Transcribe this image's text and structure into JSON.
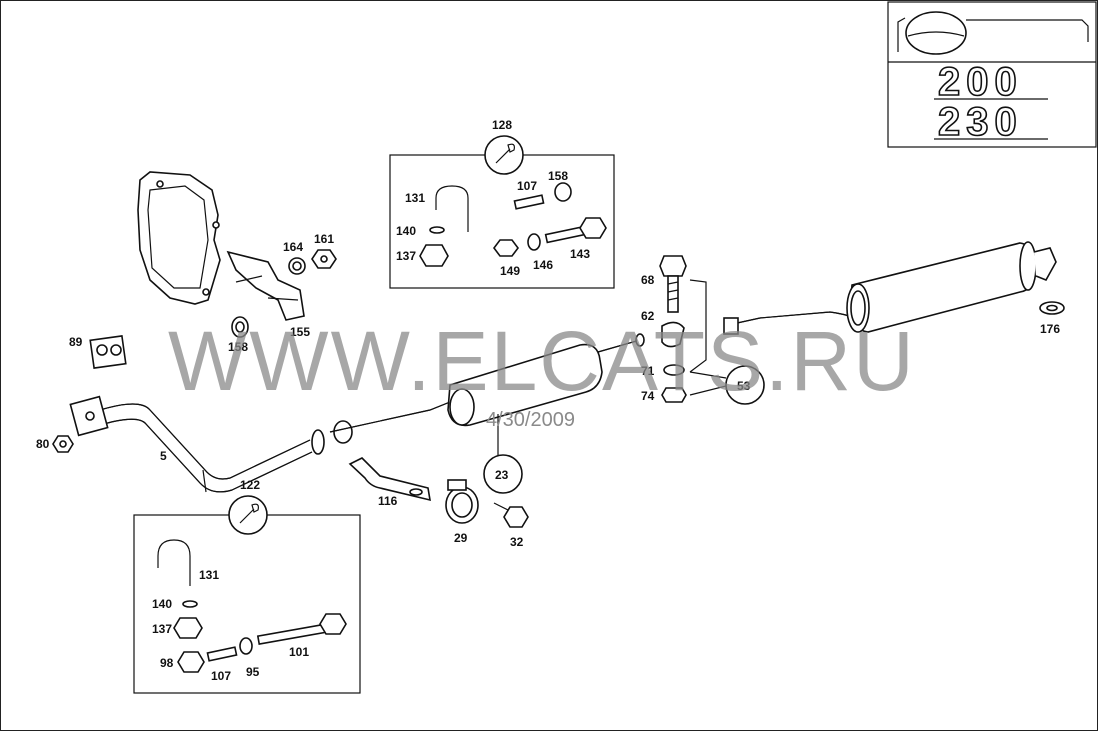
{
  "watermark": {
    "text": "WWW.ELCATS.RU",
    "date": "4/30/2009"
  },
  "badge": {
    "model_1": "200",
    "model_2": "230"
  },
  "callouts": {
    "p5": "5",
    "p23": "23",
    "p29": "29",
    "p32": "32",
    "p53": "53",
    "p62": "62",
    "p68": "68",
    "p71": "71",
    "p74": "74",
    "p80": "80",
    "p89": "89",
    "p116": "116",
    "p155": "155",
    "p158": "158",
    "p161": "161",
    "p164": "164",
    "p176": "176"
  },
  "kit_top": {
    "kit_number": "128",
    "labels": {
      "p131": "131",
      "p140": "140",
      "p137": "137",
      "p107": "107",
      "p158": "158",
      "p149": "149",
      "p146": "146",
      "p143": "143"
    }
  },
  "kit_bottom": {
    "kit_number": "122",
    "labels": {
      "p131": "131",
      "p140": "140",
      "p137": "137",
      "p98": "98",
      "p107": "107",
      "p95": "95",
      "p101": "101"
    }
  }
}
